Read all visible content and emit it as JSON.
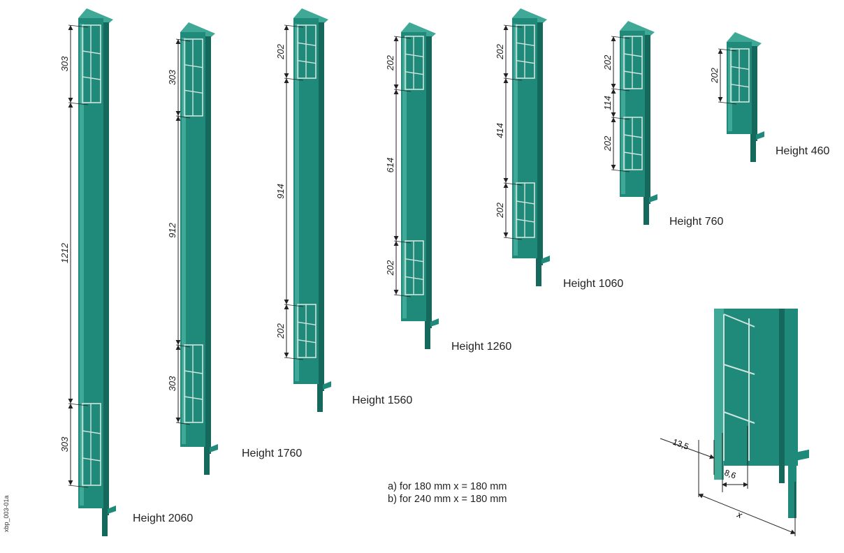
{
  "colors": {
    "rail": "#1f8a79",
    "rail_dark": "#14695c",
    "rail_light": "#3fa896",
    "frame": "#cfe4df",
    "dim_line": "#222222"
  },
  "height_labels": [
    "Height 2060",
    "Height 1760",
    "Height 1560",
    "Height 1260",
    "Height 1060",
    "Height 760",
    "Height 460"
  ],
  "dimensions": {
    "h2060": [
      "303",
      "1212",
      "303"
    ],
    "h1760": [
      "303",
      "912",
      "303"
    ],
    "h1560": [
      "202",
      "914",
      "202"
    ],
    "h1260": [
      "202",
      "614",
      "202"
    ],
    "h1060": [
      "202",
      "414",
      "202"
    ],
    "h760": [
      "202",
      "114",
      "202"
    ],
    "h460": [
      "202"
    ]
  },
  "detail": {
    "dim_a": "13,5",
    "dim_b": "8,6",
    "dim_x": "x"
  },
  "notes": [
    "a) for 180 mm x = 180 mm",
    "b) for 240 mm x = 180 mm"
  ],
  "drawing_code": "xbp_003-01a"
}
